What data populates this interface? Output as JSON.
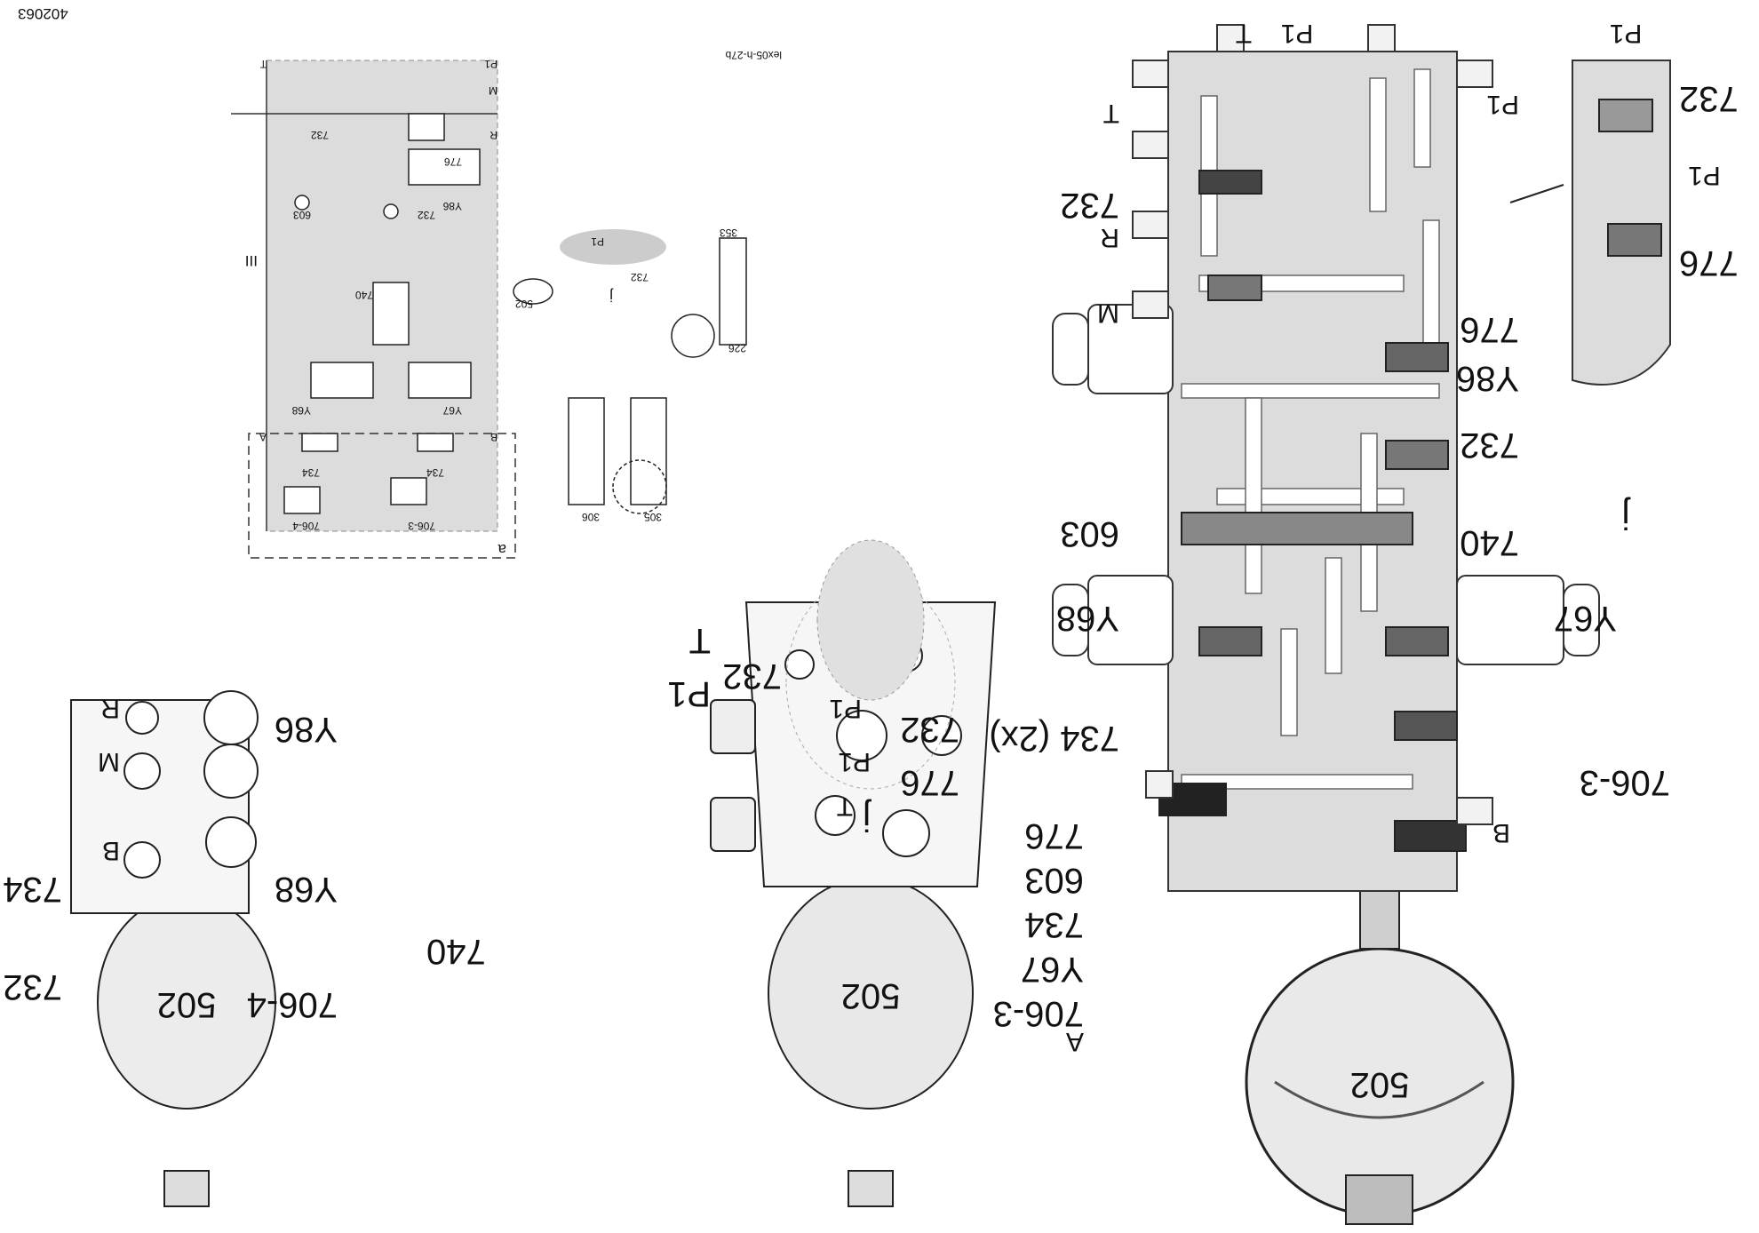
{
  "figure_id": "402063",
  "schematic_code": "lex05-h-27b",
  "colors": {
    "block_fill": "#dcdcdc",
    "line": "#1a1a1a",
    "accumulator_fill": "#e6e6e6",
    "valve_dark": "#3c3c3c"
  },
  "section": {
    "accumulator": "502",
    "ports": {
      "p1_top": "P1",
      "t_top": "T",
      "t_left": "T",
      "r_left": "R",
      "m_left": "M",
      "p1_right": "P1",
      "b": "B"
    },
    "valves": {
      "v732": "732",
      "v776": "776",
      "y86": "Y86",
      "v603": "603",
      "v740": "740",
      "y67": "Y67",
      "y68": "Y68",
      "v734": "734 (2x)",
      "v706_3": "706-3",
      "v706_4": "706-4"
    },
    "detail": {
      "port_p1": "P1",
      "port_p1_b": "P1",
      "v732": "732",
      "v776": "776",
      "ref": "j"
    }
  },
  "views": {
    "left": {
      "accumulator": "502",
      "t": "T",
      "p1": "P1",
      "a": "A",
      "labels": {
        "p1": "P1",
        "t": "T",
        "v732": "732",
        "v776": "776",
        "v603": "603",
        "v734": "734",
        "y67": "Y67",
        "v706_3": "706-3",
        "v740": "740",
        "a": "A"
      }
    },
    "right": {
      "accumulator": "502",
      "r": "R",
      "m": "M",
      "b": "B",
      "labels": {
        "y86": "Y86",
        "y68": "Y68",
        "v734": "734",
        "v732": "732",
        "v706_4": "706-4"
      }
    },
    "detail": {
      "p1": "P1",
      "v732": "732",
      "v776": "776",
      "ref": "j"
    }
  },
  "schematic": {
    "labels": {
      "T": "T",
      "P1": "P1",
      "M": "M",
      "R": "R",
      "A": "A",
      "B": "B",
      "v732": "732",
      "v776": "776",
      "y86": "Y86",
      "v603": "603",
      "v732b": "732",
      "v740": "740",
      "v502": "502",
      "y68": "Y68",
      "y67": "Y67",
      "v734a": "734",
      "v734b": "734",
      "v706_3": "706-3",
      "v706_4": "706-4",
      "v353": "353",
      "v226": "226",
      "v305": "305",
      "v306": "306",
      "j_ref": "j",
      "j_732": "732",
      "j_p1": "P1",
      "group_iii": "III",
      "group_a": "a"
    }
  }
}
